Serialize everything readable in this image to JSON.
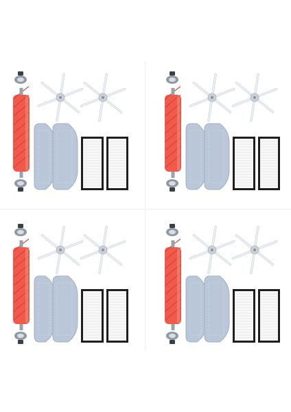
{
  "image": {
    "description_role": "product-photo",
    "kit_count": 4,
    "colors": {
      "background": "#ffffff",
      "roller_red": "#ef5a4a",
      "roller_dark": "#d7443a",
      "mop_gray": "#b9c7d8",
      "mop_dark": "#9fb0c4",
      "filter_frame": "#1e1e1e",
      "filter_white": "#f7f7f7",
      "brush_white": "#f0f3f6",
      "brush_hub": "#c9d0d8",
      "cap_gray": "#8f98a3",
      "cap_dark": "#3a3f46",
      "divider": "#eeeeee"
    }
  },
  "kits": [
    {
      "id": "kit-1"
    },
    {
      "id": "kit-2"
    },
    {
      "id": "kit-3"
    },
    {
      "id": "kit-4"
    }
  ]
}
